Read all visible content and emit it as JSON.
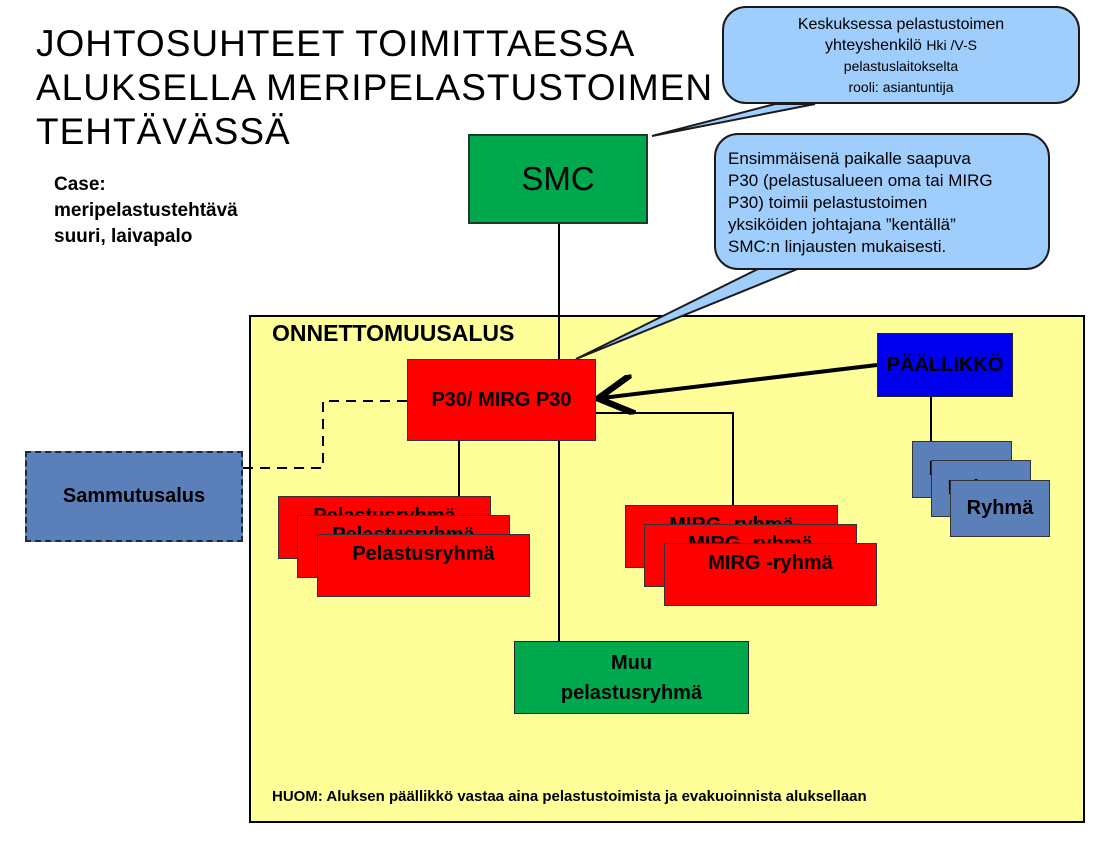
{
  "title": {
    "line1": "JOHTOSUHTEET TOIMITTAESSA",
    "line2": "ALUKSELLA MERIPELASTUSTOIMEN",
    "line3": "TEHTÄVÄSSÄ"
  },
  "case": {
    "line1": "Case:",
    "line2": "meripelastustehtävä",
    "line3": "suuri,  laivapalo"
  },
  "bubble_center": {
    "line1": "Keskuksessa pelastustoimen",
    "line2a": "yhteyshenkilö",
    "line2b": "Hki /V-S",
    "line3": "pelastuslaitokselta",
    "line4": "rooli: asiantuntija"
  },
  "bubble_field": {
    "line1": "Ensimmäisenä paikalle saapuva",
    "line2": "P30 (pelastusalueen oma tai MIRG",
    "line3": "P30) toimii pelastustoimen",
    "line4": "yksiköiden johtajana  ”kentällä”",
    "line5": "SMC:n linjausten  mukaisesti."
  },
  "smc": "SMC",
  "ship": {
    "label": "ONNETTOMUUSALUS",
    "p30": "P30/ MIRG P30",
    "captain": "PÄÄLLIKKÖ",
    "rescue_groups": [
      "Pelastusryhmä",
      "Pelastusryhmä",
      "Pelastusryhmä"
    ],
    "mirg_groups": [
      "MIRG -ryhmä",
      "MIRG -ryhmä",
      "MIRG -ryhmä"
    ],
    "crew_groups": [
      "Ryhmä",
      "Ryhmä",
      "Ryhmä"
    ],
    "other": {
      "line1": "Muu",
      "line2": "pelastusryhmä"
    },
    "note": "HUOM: Aluksen päällikkö vastaa aina pelastustoimista ja evakuoinnista aluksellaan"
  },
  "extinguisher": "Sammutusalus",
  "colors": {
    "green": "#00a84e",
    "red": "#ff0000",
    "yellow": "#ffff99",
    "blue": "#0000ee",
    "steel_blue": "#5b7fb8",
    "bubble": "#9fcdfc"
  }
}
